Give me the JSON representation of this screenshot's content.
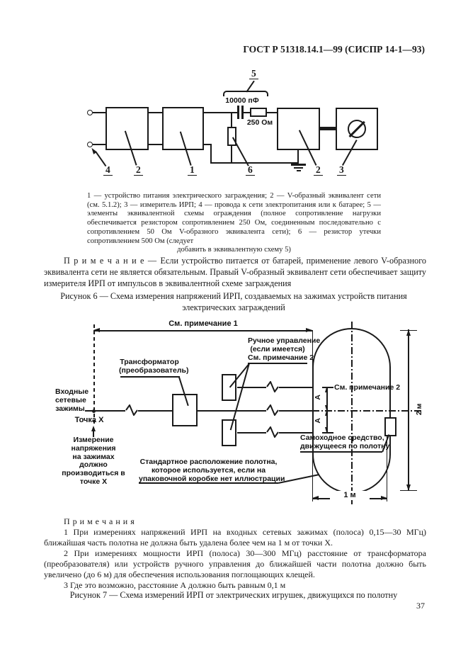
{
  "colors": {
    "ink": "#1a1a1a",
    "paper": "#ffffff"
  },
  "header": {
    "title": "ГОСТ Р 51318.14.1—99 (СИСПР 14-1—93)"
  },
  "figure6": {
    "component_labels": {
      "capacitor_value": "10000 пФ",
      "resistor_value": "250 Ом"
    },
    "callouts": {
      "n1": "1",
      "n2_left": "2",
      "n2_right": "2",
      "n3": "3",
      "n4": "4",
      "n5": "5",
      "n6": "6"
    },
    "legend_main": "1 — устройство питания электрического заграждения;   2 — V-образный эквивалент сети (см. 5.1.2);   3 — измеритель ИРП;   4 — провода к сети электропитания или к батарее; 5 — элементы эквивалентной схемы ограждения (полное сопротивление нагрузки обеспечивается резистором сопротивлением 250 Ом, соединенным последовательно с сопротивлением 50 Ом V-образного эквивалента сети); 6 — резистор утечки сопротивлением 500 Ом (следует",
    "legend_last_line": "добавить в эквивалентную схему 5)",
    "note_label": "П р и м е ч а н и е — ",
    "note_text": "Если устройство питается от батарей, применение левого V-образного эквивалента сети не является обязательным. Правый V-образный эквивалент сети обеспечивает защиту измерителя ИРП от импульсов в эквивалентной схеме заграждения",
    "caption": "Рисунок 6 — Схема измерения напряжений ИРП, создаваемых на зажимах устройств питания электрических заграждений"
  },
  "figure7": {
    "labels": {
      "see_note_1": "См. примечание 1",
      "transformer_line1": "Трансформатор",
      "transformer_line2": "(преобразователь)",
      "manual_line1": "Ручное управление",
      "manual_line2": "(если имеется)",
      "manual_line3": "См. примечание 2",
      "input_line1": "Входные",
      "input_line2": "сетевые",
      "input_line3": "зажимы",
      "point_x": "Точка X",
      "measure_line1": "Измерение напряжения",
      "measure_line2": "на зажимах должно",
      "measure_line3": "производиться в точке X",
      "see_note_2": "См. примечание 2",
      "dim_a_upper": "А",
      "dim_a_lower": "А",
      "dim_2m": "2 м",
      "dim_1m": "1 м",
      "vehicle_line1": "Самоходное средство,",
      "vehicle_line2": "движущееся по полотну",
      "track_line1": "Стандартное расположение полотна,",
      "track_line2": "которое используется, если на",
      "track_line3": "упаковочной коробке нет иллюстрации"
    },
    "notes_heading": "П р и м е ч а н и я",
    "notes": [
      "1 При измерениях напряжений ИРП на входных сетевых зажимах (полоса) 0,15—30 МГц) ближайшая часть полотна не должна быть удалена более чем на 1 м от точки X.",
      "2 При измерениях мощности ИРП (полоса) 30—300 МГц) расстояние от трансформатора (преобразователя) или устройств ручного управления до ближайшей части полотна должно быть увеличено (до 6 м) для обеспечения использования поглощающих клещей.",
      "3 Где это возможно, расстояние А должно быть равным 0,1 м"
    ],
    "caption": "Рисунок 7 — Схема измерений ИРП от электрических игрушек, движущихся по полотну"
  },
  "page_number": "37"
}
